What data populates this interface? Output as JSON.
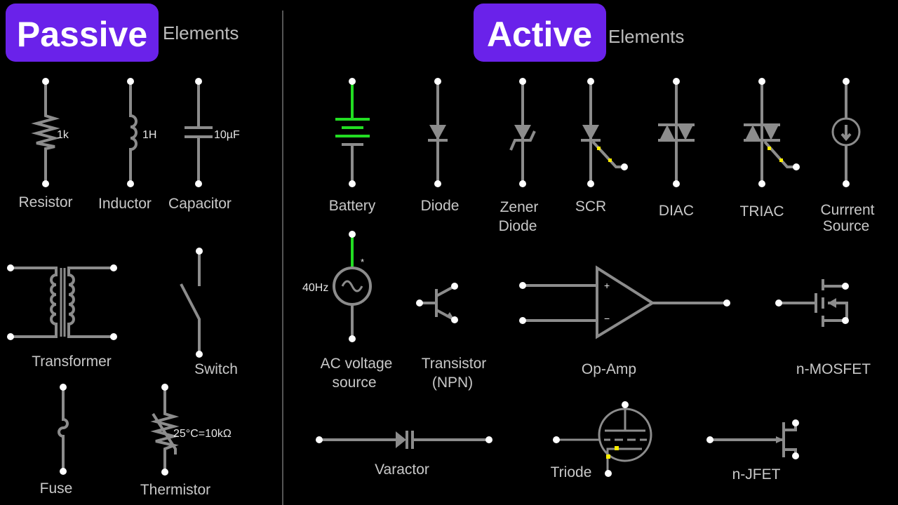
{
  "header": {
    "passive_badge": "Passive",
    "passive_suffix": "Elements",
    "active_badge": "Active",
    "active_suffix": "Elements",
    "badge_color": "#6a22ea"
  },
  "passive": {
    "resistor": {
      "label": "Resistor",
      "value": "1k"
    },
    "inductor": {
      "label": "Inductor",
      "value": "1H"
    },
    "capacitor": {
      "label": "Capacitor",
      "value": "10µF"
    },
    "transformer": {
      "label": "Transformer"
    },
    "switch": {
      "label": "Switch"
    },
    "fuse": {
      "label": "Fuse"
    },
    "thermistor": {
      "label": "Thermistor",
      "value": "25°C=10kΩ"
    }
  },
  "active": {
    "battery": {
      "label": "Battery"
    },
    "diode": {
      "label": "Diode"
    },
    "zener": {
      "label1": "Zener",
      "label2": "Diode"
    },
    "scr": {
      "label": "SCR"
    },
    "diac": {
      "label": "DIAC"
    },
    "triac": {
      "label": "TRIAC"
    },
    "current_source": {
      "label1": "Currrent",
      "label2": "Source"
    },
    "ac_source": {
      "label1": "AC voltage",
      "label2": "source",
      "value": "40Hz",
      "marker": "*"
    },
    "transistor": {
      "label1": "Transistor",
      "label2": "(NPN)"
    },
    "opamp": {
      "label": "Op-Amp",
      "plus": "+",
      "minus": "−"
    },
    "nmosfet": {
      "label": "n-MOSFET"
    },
    "varactor": {
      "label": "Varactor"
    },
    "triode": {
      "label": "Triode"
    },
    "njfet": {
      "label": "n-JFET"
    }
  }
}
